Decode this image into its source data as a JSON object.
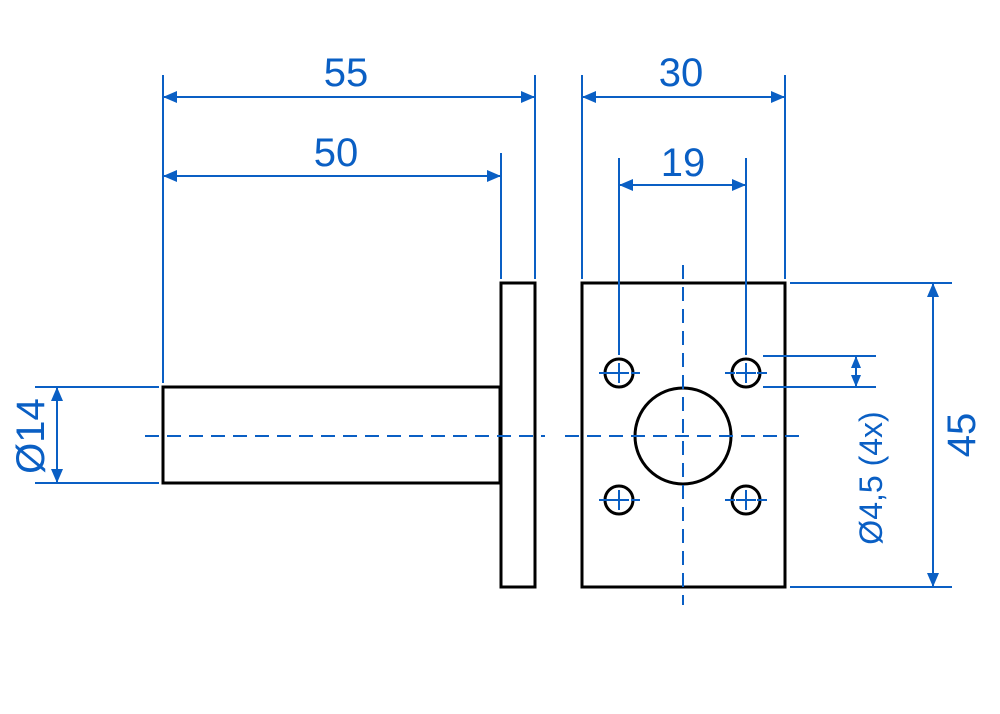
{
  "drawing": {
    "dimensions": {
      "overall_length": "55",
      "shaft_length": "50",
      "plate_width": "30",
      "hole_spacing": "19",
      "plate_height": "45",
      "shaft_diameter": "Ø14",
      "hole_diameter": "Ø4,5 (4x)"
    },
    "colors": {
      "part_outline": "#000000",
      "dimension": "#0a5fc4"
    }
  }
}
